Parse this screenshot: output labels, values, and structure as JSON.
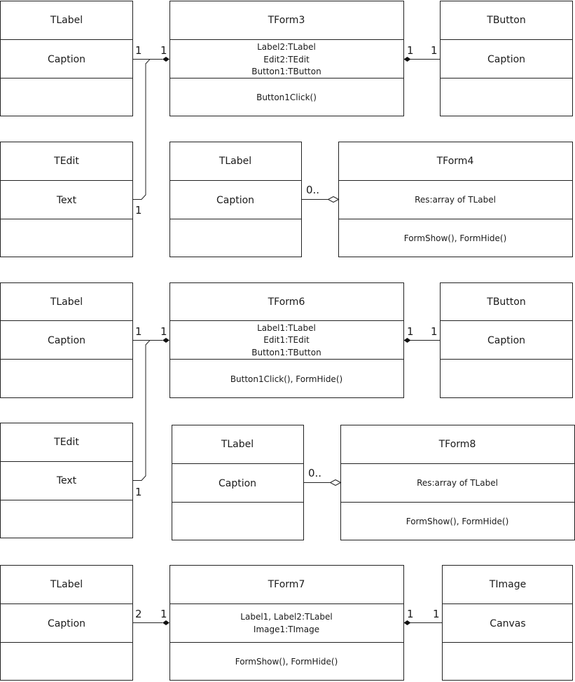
{
  "classes": {
    "r1_label": {
      "name": "TLabel",
      "attrs": [
        "Caption"
      ],
      "methods": []
    },
    "r1_form3": {
      "name": "TForm3",
      "attrs": [
        "Label2:TLabel",
        "Edit2:TEdit",
        "Button1:TButton"
      ],
      "methods": [
        "Button1Click()"
      ]
    },
    "r1_button": {
      "name": "TButton",
      "attrs": [
        "Caption"
      ],
      "methods": []
    },
    "r2_edit": {
      "name": "TEdit",
      "attrs": [
        "Text"
      ],
      "methods": []
    },
    "r2_label": {
      "name": "TLabel",
      "attrs": [
        "Caption"
      ],
      "methods": []
    },
    "r2_form4": {
      "name": "TForm4",
      "attrs": [
        "Res:array of TLabel"
      ],
      "methods": [
        "FormShow(), FormHide()"
      ]
    },
    "r3_label": {
      "name": "TLabel",
      "attrs": [
        "Caption"
      ],
      "methods": []
    },
    "r3_form6": {
      "name": "TForm6",
      "attrs": [
        "Label1:TLabel",
        "Edit1:TEdit",
        "Button1:TButton"
      ],
      "methods": [
        "Button1Click(), FormHide()"
      ]
    },
    "r3_button": {
      "name": "TButton",
      "attrs": [
        "Caption"
      ],
      "methods": []
    },
    "r4_edit": {
      "name": "TEdit",
      "attrs": [
        "Text"
      ],
      "methods": []
    },
    "r4_label": {
      "name": "TLabel",
      "attrs": [
        "Caption"
      ],
      "methods": []
    },
    "r4_form8": {
      "name": "TForm8",
      "attrs": [
        "Res:array of TLabel"
      ],
      "methods": [
        "FormShow(), FormHide()"
      ]
    },
    "r5_label": {
      "name": "TLabel",
      "attrs": [
        "Caption"
      ],
      "methods": []
    },
    "r5_form7": {
      "name": "TForm7",
      "attrs": [
        "Label1, Label2:TLabel",
        "Image1:TImage"
      ],
      "methods": [
        "FormShow(), FormHide()"
      ]
    },
    "r5_image": {
      "name": "TImage",
      "attrs": [
        "Canvas"
      ],
      "methods": []
    }
  },
  "multiplicities": {
    "m1a": "1",
    "m1b": "1",
    "m1c": "1",
    "m1d": "1",
    "m1e": "1",
    "m2a": "0..",
    "m3a": "1",
    "m3b": "1",
    "m3c": "1",
    "m3d": "1",
    "m3e": "1",
    "m4a": "0..",
    "m5a": "2",
    "m5b": "1",
    "m5c": "1",
    "m5d": "1"
  }
}
